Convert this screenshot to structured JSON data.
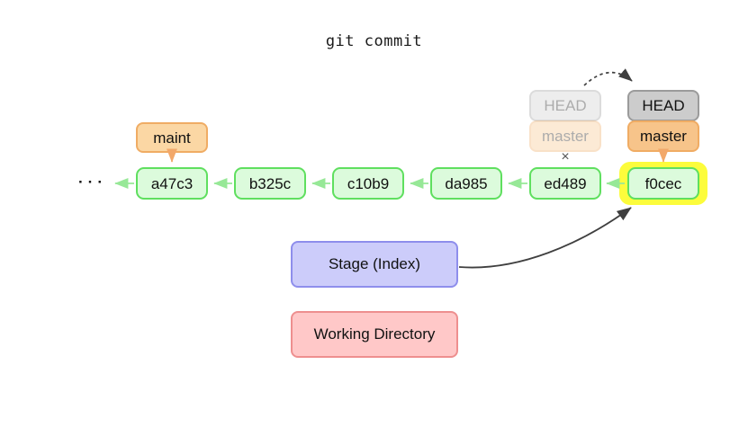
{
  "title": "git commit",
  "graph": {
    "ellipsis": "···",
    "commits": [
      "a47c3",
      "b325c",
      "c10b9",
      "da985",
      "ed489",
      "f0cec"
    ],
    "highlighted_commit": "f0cec"
  },
  "refs": {
    "maint_label": "maint",
    "old_head_label": "HEAD",
    "old_master_label": "master",
    "new_head_label": "HEAD",
    "new_master_label": "master",
    "invalidated_marker": "×"
  },
  "areas": {
    "stage_label": "Stage (Index)",
    "working_directory_label": "Working Directory"
  },
  "colors": {
    "commit-fill": "#dcfbdc",
    "commit-border": "#5fdf5f",
    "arrow-green": "#97e897",
    "ref-fill": "#fbd7a4",
    "ref-border": "#f0ac64",
    "head-fill": "#cccccc",
    "head-border": "#9b9b9b",
    "master-fill": "#f7c48a",
    "arrow-orange": "#f2a86a",
    "stage-fill": "#ccccfa",
    "stage-border": "#8e8eec",
    "working-fill": "#ffc8c8",
    "working-border": "#ee8f8f",
    "highlight": "#fcfc3c",
    "arrow-dark": "#3f3f3f",
    "text": "#111111"
  }
}
